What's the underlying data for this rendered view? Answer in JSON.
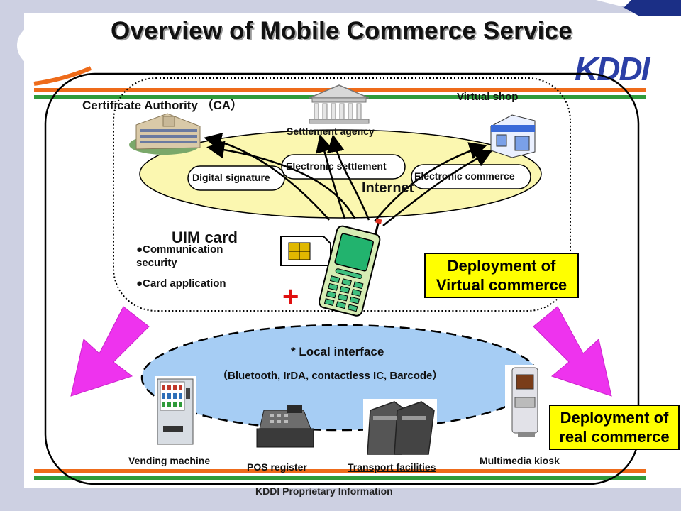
{
  "title": "Overview of Mobile Commerce Service",
  "brand": "KDDI",
  "footer": "KDDI Proprietary Information",
  "colors": {
    "accent_orange": "#ee6b1a",
    "accent_green": "#2f9b3a",
    "internet_fill": "#fbf7b0",
    "local_fill": "#a6cdf4",
    "arrow_magenta": "#ee33ee",
    "highlight_yellow": "#ffff00"
  },
  "top": {
    "ca_label": "Certificate Authority （CA）",
    "virtual_shop": "Virtual shop",
    "settlement_agency": "Settlement agency",
    "internet": "Internet",
    "digital_signature": "Digital signature",
    "electronic_settlement": "Electronic settlement",
    "electronic_commerce": "Electronic commerce"
  },
  "uim": {
    "title": "UIM card",
    "bullet1_line1": "●Communication",
    "bullet1_line2": "security",
    "bullet2": "●Card application"
  },
  "plus": "+",
  "virtual_box": {
    "line1": "Deployment of",
    "line2": "Virtual commerce"
  },
  "real_box": {
    "line1": "Deployment of",
    "line2": "real commerce"
  },
  "local": {
    "title": "* Local  interface",
    "subtitle": "（Bluetooth, IrDA,  contactless IC, Barcode）"
  },
  "devices": {
    "vending": "Vending machine",
    "pos": "POS register",
    "transport": "Transport facilities",
    "kiosk": "Multimedia kiosk"
  },
  "icons": [
    "bank-building-icon",
    "office-building-icon",
    "shop-icon",
    "sim-card-icon",
    "mobile-phone-icon",
    "vending-machine-icon",
    "pos-register-icon",
    "gate-icon",
    "kiosk-icon"
  ]
}
